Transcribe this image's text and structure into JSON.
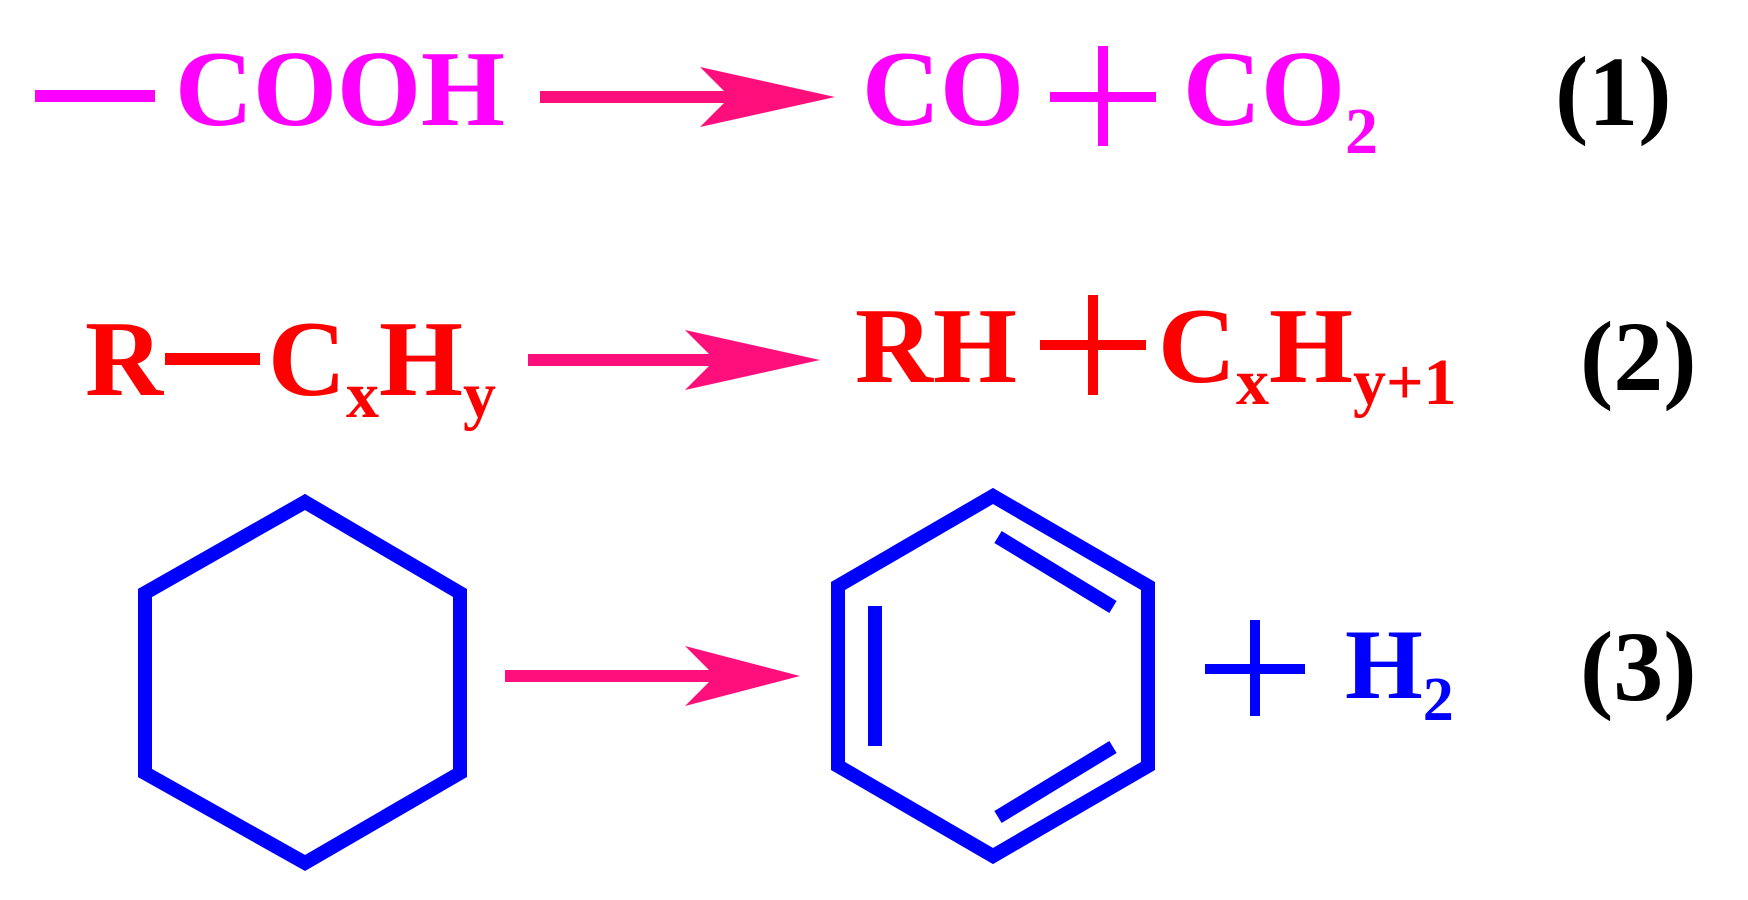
{
  "colors": {
    "reaction1": "#ff00ff",
    "reaction2": "#ff0000",
    "reaction3": "#0000ff",
    "arrow": "#ff0f7b",
    "label": "#000000"
  },
  "reaction1": {
    "bond": "—",
    "reactant": "COOH",
    "product1": "CO",
    "plus": "+",
    "product2": "CO",
    "product2_sub": "2",
    "label": "(1)"
  },
  "reaction2": {
    "r_group": "R",
    "c": "C",
    "c_sub": "x",
    "h": "H",
    "h_sub": "y",
    "product1": "RH",
    "plus": "+",
    "p_c": "C",
    "p_c_sub": "x",
    "p_h": "H",
    "p_h_sub": "y+1",
    "label": "(2)"
  },
  "reaction3": {
    "reactant_icon": "cyclohexane-ring",
    "product_icon": "benzene-ring",
    "plus": "+",
    "h": "H",
    "h_sub": "2",
    "label": "(3)"
  }
}
